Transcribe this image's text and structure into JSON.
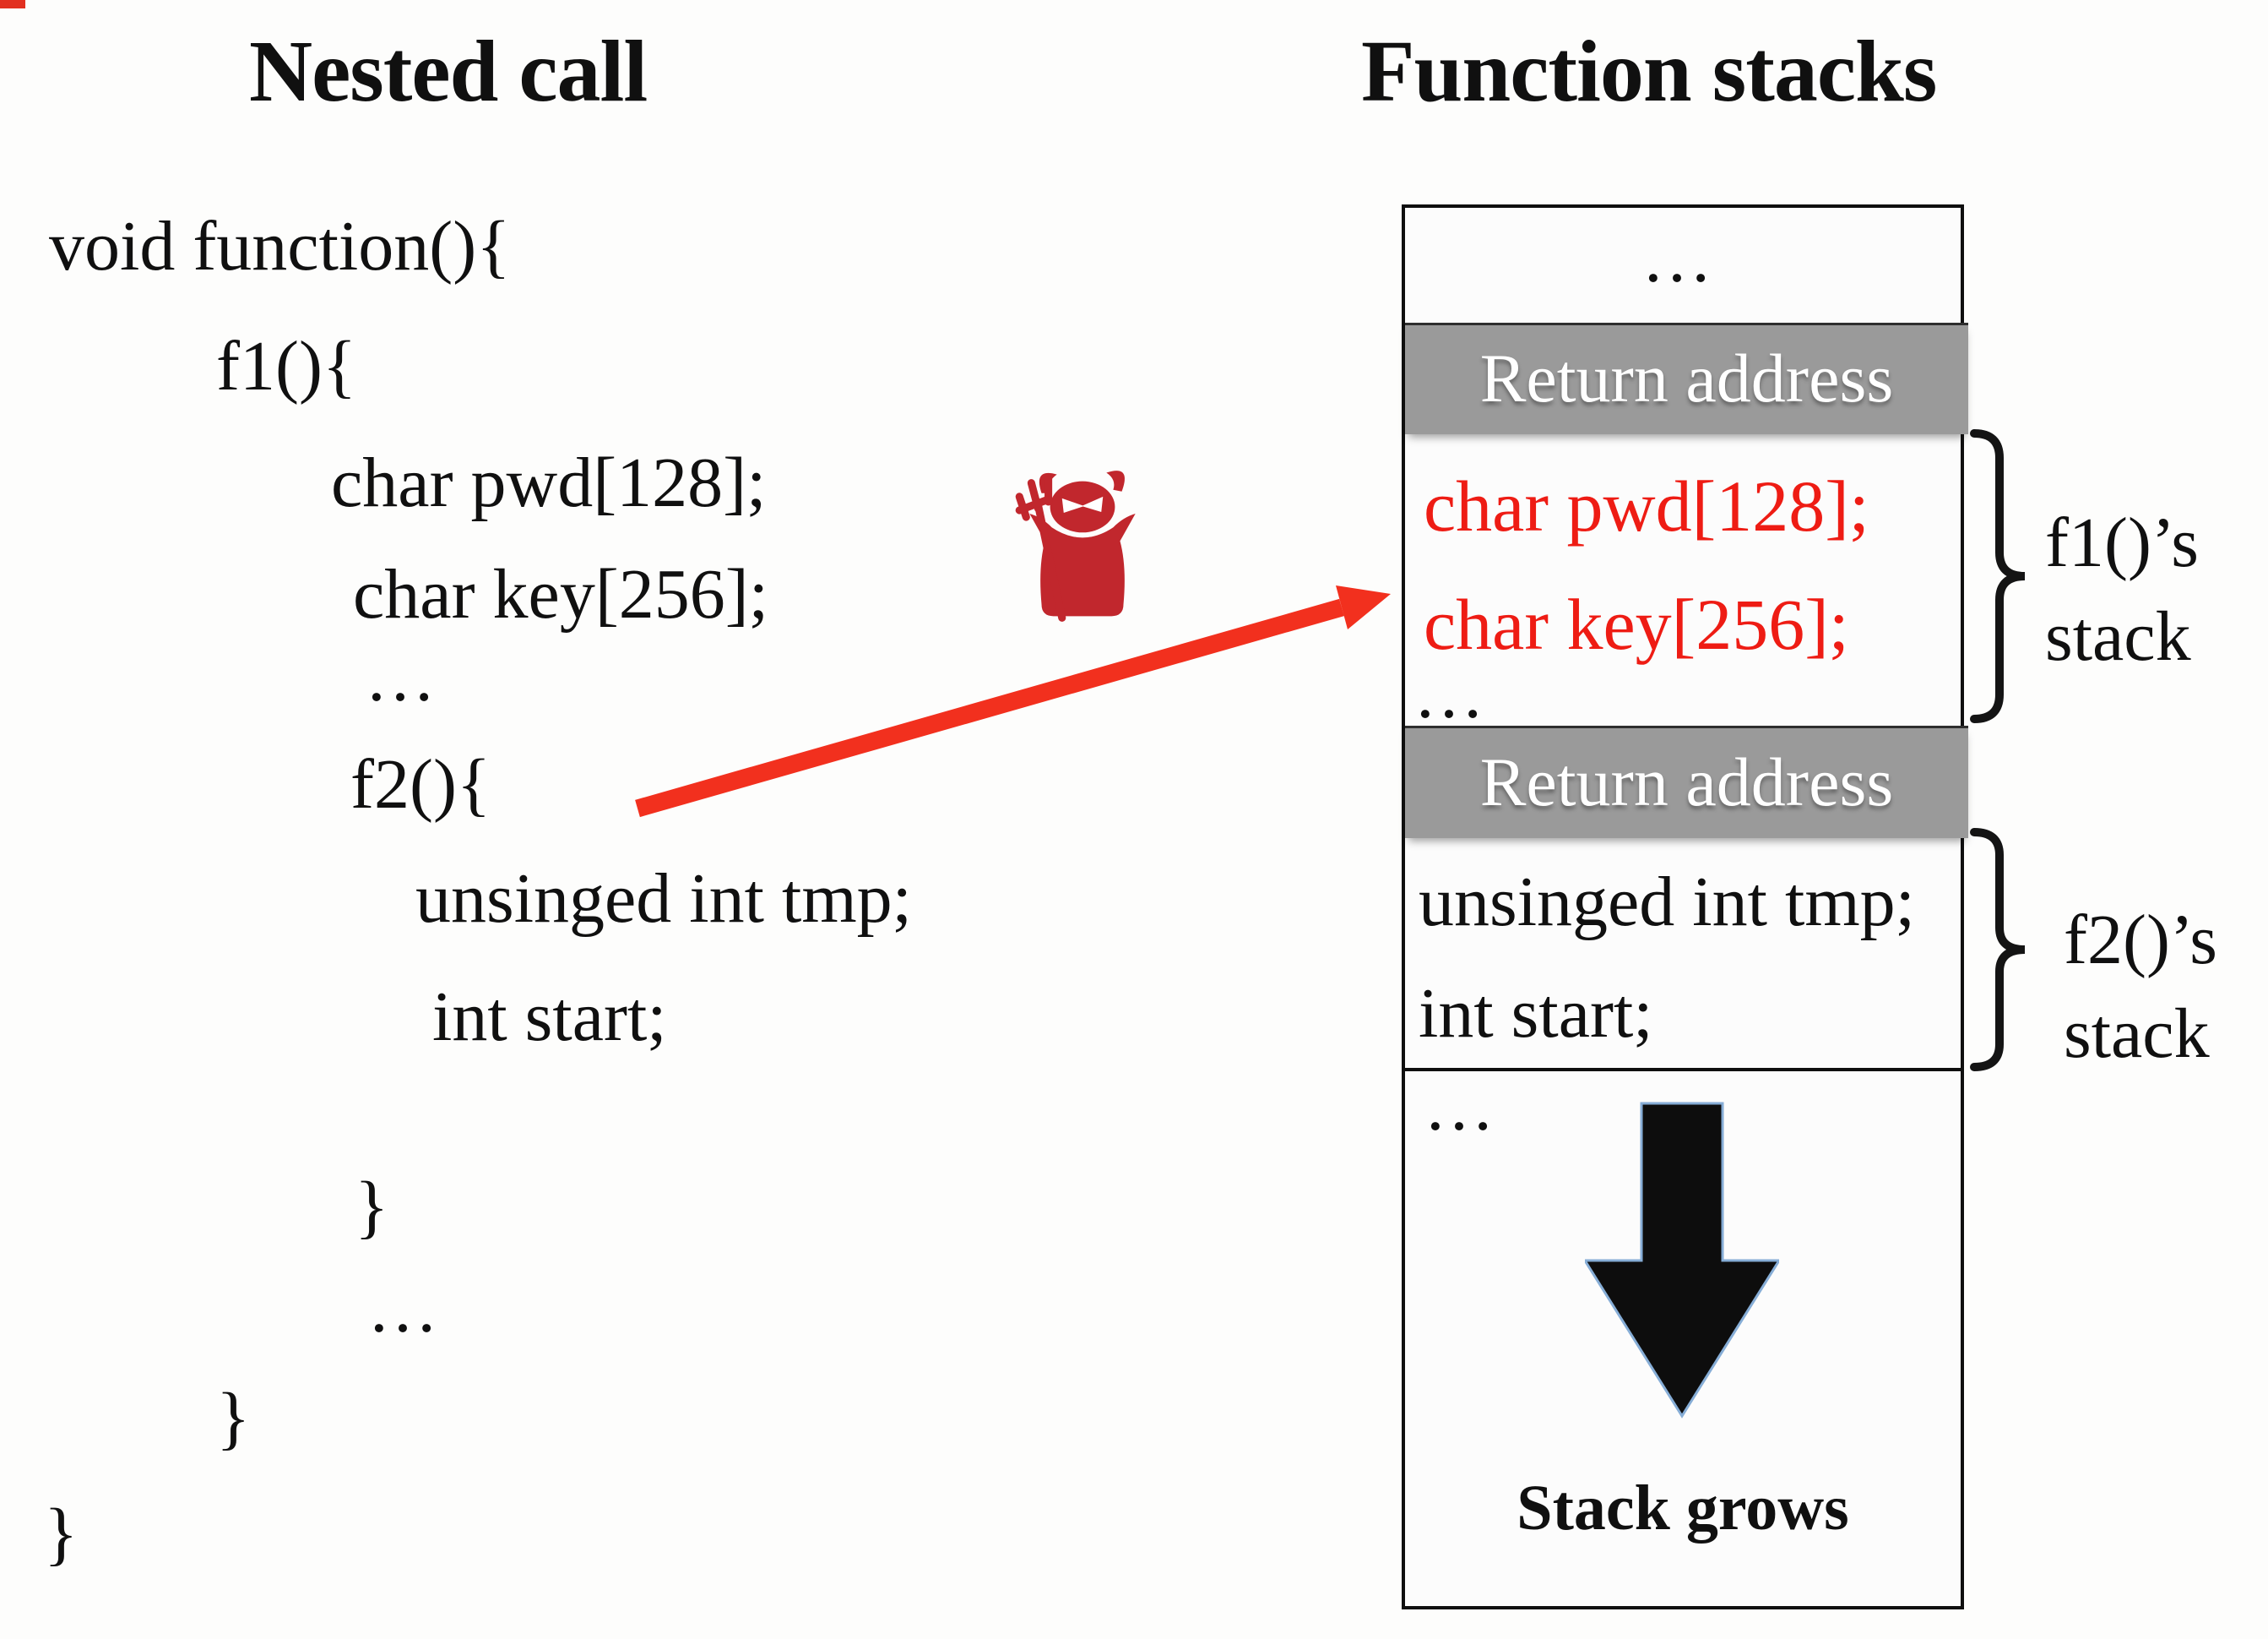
{
  "titles": {
    "left": "Nested call",
    "right": "Function stacks"
  },
  "code_lines": [
    "void function(){",
    "f1(){",
    "char pwd[128];",
    "char key[256];",
    "…",
    "f2(){",
    "unsinged int tmp;",
    "int start;",
    "}",
    "…",
    "}",
    "}"
  ],
  "stack": {
    "top_ellipsis": "…",
    "return_address_1": "Return address",
    "f1_local_1": "char pwd[128];",
    "f1_local_2": "char key[256];",
    "hidden_ellipsis": "…",
    "return_address_2": "Return address",
    "f2_local_1": "unsinged int tmp;",
    "f2_local_2": "int start;",
    "bottom_ellipsis": "…",
    "grow_label": "Stack grows"
  },
  "labels": {
    "f1_line1": "f1()’s",
    "f1_line2": "stack",
    "f2_line1": "f2()’s",
    "f2_line2": "stack"
  },
  "icons": {
    "devil": "devil-icon",
    "attack_arrow": "attack-arrow-icon",
    "growth_arrow": "down-arrow-icon"
  },
  "colors": {
    "accent_red": "#ee1c14",
    "devil_red": "#c1272d",
    "gray_box": "#9a9a9a",
    "ink": "#101010"
  }
}
